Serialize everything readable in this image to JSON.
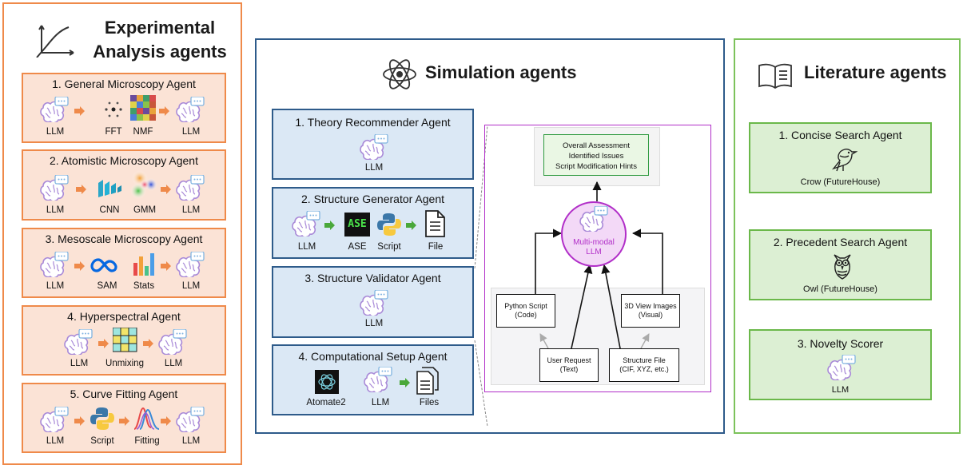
{
  "experimental": {
    "title_line1": "Experimental",
    "title_line2": "Analysis agents",
    "cards": [
      {
        "title": "1. General Microscopy Agent",
        "labels": [
          "LLM",
          "FFT",
          "NMF",
          "LLM"
        ]
      },
      {
        "title": "2. Atomistic Microscopy Agent",
        "labels": [
          "LLM",
          "CNN",
          "GMM",
          "LLM"
        ]
      },
      {
        "title": "3. Mesoscale Microscopy Agent",
        "labels": [
          "LLM",
          "SAM",
          "Stats",
          "LLM"
        ]
      },
      {
        "title": "4. Hyperspectral Agent",
        "labels": [
          "LLM",
          "Unmixing",
          "LLM"
        ]
      },
      {
        "title": "5. Curve Fitting Agent",
        "labels": [
          "LLM",
          "Script",
          "Fitting",
          "LLM"
        ]
      }
    ]
  },
  "simulation": {
    "title": "Simulation agents",
    "cards": [
      {
        "title": "1. Theory Recommender Agent",
        "labels": [
          "LLM"
        ]
      },
      {
        "title": "2. Structure Generator Agent",
        "labels": [
          "LLM",
          "ASE",
          "Script",
          "File"
        ]
      },
      {
        "title": "3. Structure Validator Agent",
        "labels": [
          "LLM"
        ]
      },
      {
        "title": "4. Computational Setup Agent",
        "labels": [
          "Atomate2",
          "LLM",
          "Files"
        ]
      }
    ],
    "ase_text": "ASE",
    "validator": {
      "output_lines": [
        "Overall Assessment",
        "Identified Issues",
        "Script Modification Hints"
      ],
      "core_line1": "Multi-modal",
      "core_line2": "LLM",
      "inputs": [
        {
          "line1": "Python Script",
          "line2": "(Code)"
        },
        {
          "line1": "3D View Images",
          "line2": "(Visual)"
        },
        {
          "line1": "User Request",
          "line2": "(Text)"
        },
        {
          "line1": "Structure File",
          "line2": "(CIF, XYZ, etc.)"
        }
      ]
    }
  },
  "literature": {
    "title": "Literature agents",
    "cards": [
      {
        "title": "1. Concise Search Agent",
        "label": "Crow (FutureHouse)"
      },
      {
        "title": "2. Precedent Search Agent",
        "label": "Owl (FutureHouse)"
      },
      {
        "title": "3. Novelty Scorer",
        "label": "LLM"
      }
    ]
  },
  "colors": {
    "experimental_accent": "#ef8a4a",
    "experimental_fill": "#fbe3d6",
    "simulation_accent": "#2e5b8a",
    "simulation_fill": "#dbe8f5",
    "literature_accent": "#6bb84a",
    "literature_fill": "#dcefd3",
    "validator_border": "#a020c0",
    "llm_icon": "#a98ad8"
  },
  "icons": {
    "experimental": "chart-axes-icon",
    "simulation": "atom-icon",
    "literature": "open-book-icon",
    "llm": "brain-chat-icon"
  }
}
